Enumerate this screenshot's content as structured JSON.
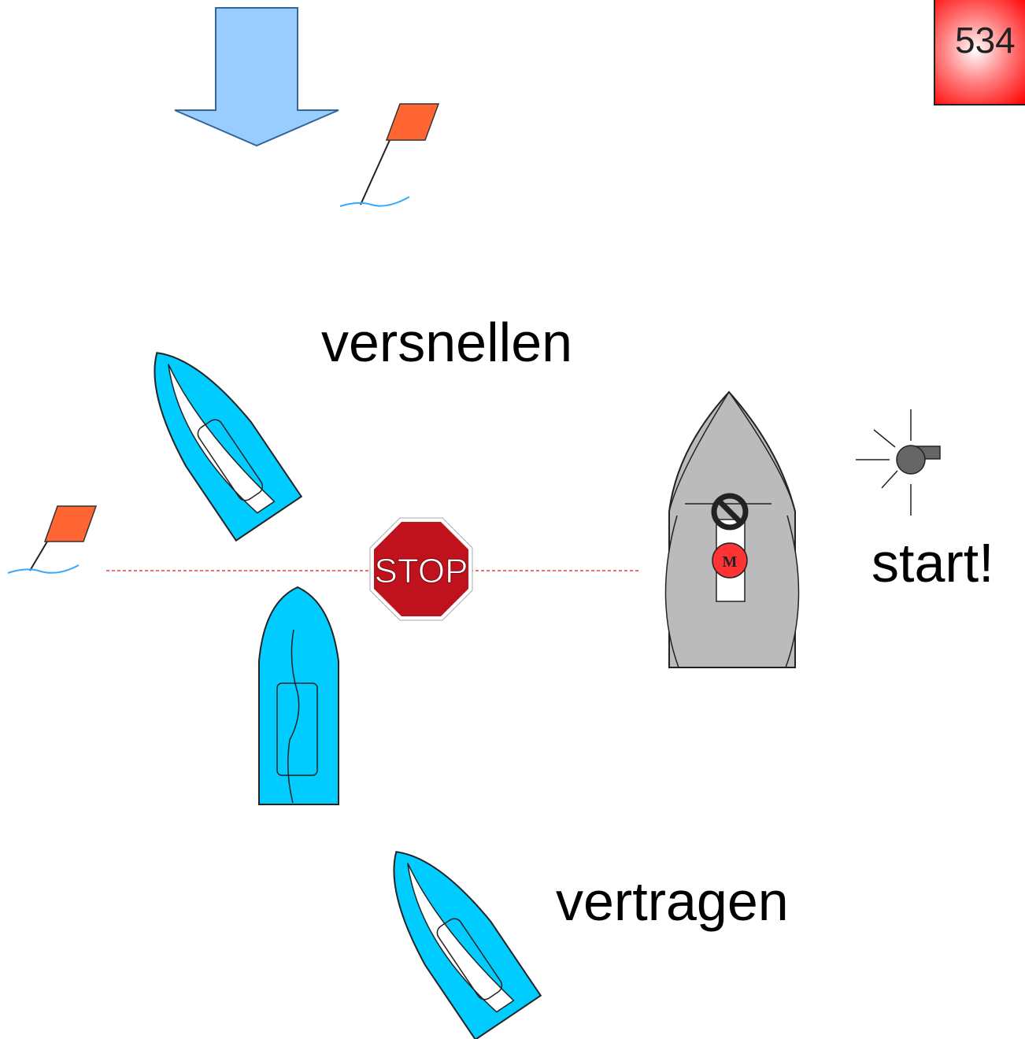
{
  "labels": {
    "accelerate": "versnellen",
    "slow_down": "vertragen",
    "start": "start!",
    "stop_sign": "STOP",
    "committee_mark": "M"
  },
  "badge": {
    "number": "534"
  },
  "colors": {
    "wind_arrow": "#99ccff",
    "boat_hull": "#00ccff",
    "committee_boat": "#bbbbbb",
    "flag": "#ff6633",
    "stop_sign": "#c0121c",
    "start_line": "#e04040",
    "water": "#33aaff",
    "mark_circle": "#ff3333",
    "badge": "#ff0000"
  }
}
